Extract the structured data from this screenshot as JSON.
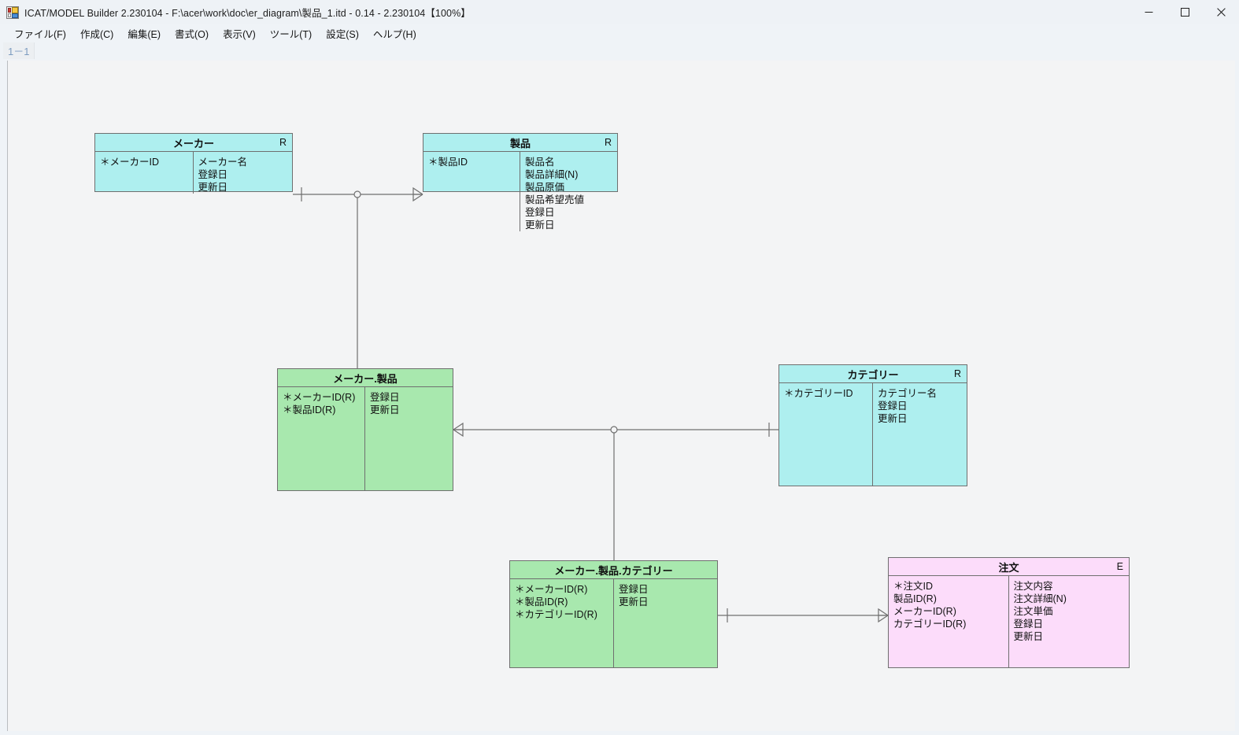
{
  "window": {
    "title": "ICAT/MODEL Builder 2.230104 - F:\\acer\\work\\doc\\er_diagram\\製品_1.itd - 0.14 - 2.230104【100%】",
    "icon": "app-icon",
    "minimize_label": "─",
    "maximize_label": "□",
    "close_label": "✕"
  },
  "menubar": {
    "items": [
      {
        "label": "ファイル(F)"
      },
      {
        "label": "作成(C)"
      },
      {
        "label": "編集(E)"
      },
      {
        "label": "書式(O)"
      },
      {
        "label": "表示(V)"
      },
      {
        "label": "ツール(T)"
      },
      {
        "label": "設定(S)"
      },
      {
        "label": "ヘルプ(H)"
      }
    ]
  },
  "tabs": {
    "active": "1－1"
  },
  "diagram": {
    "entities": [
      {
        "id": "maker",
        "name": "メーカー",
        "badge": "R",
        "color": "#aeefef",
        "keys": [
          "＊メーカーID"
        ],
        "attributes": [
          "メーカー名",
          "登録日",
          "更新日"
        ]
      },
      {
        "id": "product",
        "name": "製品",
        "badge": "R",
        "color": "#aeefef",
        "keys": [
          "＊製品ID"
        ],
        "attributes": [
          "製品名",
          "製品詳細(N)",
          "製品原価",
          "製品希望売値",
          "登録日",
          "更新日"
        ]
      },
      {
        "id": "maker-product",
        "name": "メーカー.製品",
        "badge": "",
        "color": "#a8e8ae",
        "keys": [
          "＊メーカーID(R)",
          "＊製品ID(R)"
        ],
        "attributes": [
          "登録日",
          "更新日"
        ]
      },
      {
        "id": "category",
        "name": "カテゴリー",
        "badge": "R",
        "color": "#aeefef",
        "keys": [
          "＊カテゴリーID"
        ],
        "attributes": [
          "カテゴリー名",
          "登録日",
          "更新日"
        ]
      },
      {
        "id": "maker-product-category",
        "name": "メーカー.製品.カテゴリー",
        "badge": "",
        "color": "#a8e8ae",
        "keys": [
          "＊メーカーID(R)",
          "＊製品ID(R)",
          "＊カテゴリーID(R)"
        ],
        "attributes": [
          "登録日",
          "更新日"
        ]
      },
      {
        "id": "order",
        "name": "注文",
        "badge": "E",
        "color": "#fcdcfa",
        "keys": [
          "＊注文ID",
          "製品ID(R)",
          "メーカーID(R)",
          "カテゴリーID(R)"
        ],
        "attributes": [
          "注文内容",
          "注文詳細(N)",
          "注文単価",
          "登録日",
          "更新日"
        ]
      }
    ],
    "relationships": [
      {
        "id": "rel-maker-product",
        "from": "メーカー",
        "to": "製品",
        "from_card": "one",
        "to_card": "many"
      },
      {
        "id": "rel-makerproduct-category",
        "from": "メーカー.製品",
        "to": "カテゴリー",
        "from_card": "many",
        "to_card": "one"
      },
      {
        "id": "rel-mpc-order",
        "from": "メーカー.製品.カテゴリー",
        "to": "注文",
        "from_card": "one",
        "to_card": "many"
      }
    ]
  }
}
